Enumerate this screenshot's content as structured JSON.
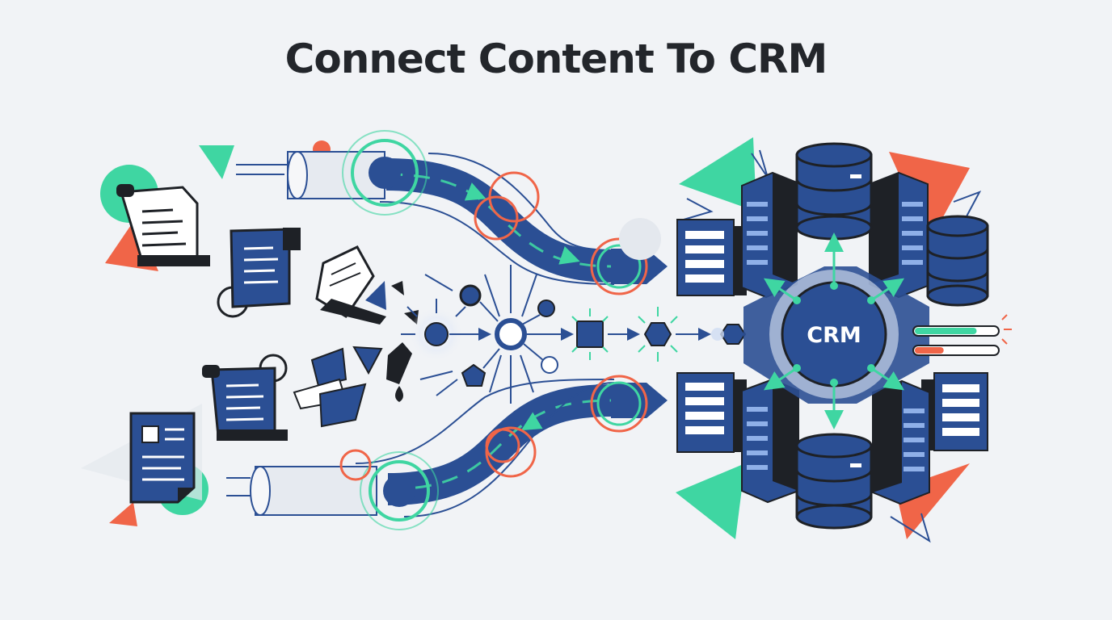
{
  "title": "Connect Content To CRM",
  "hub": {
    "label": "CRM"
  },
  "colors": {
    "navy": "#2b4f94",
    "dark": "#1e2126",
    "green": "#3fd6a2",
    "red": "#f06548",
    "background": "#f1f3f6"
  },
  "stages": [
    "document",
    "fragments",
    "node",
    "circle-node",
    "square",
    "hexagon",
    "small-hexagon",
    "crm-hub"
  ],
  "status_bars": [
    {
      "color": "green",
      "fill": 0.75
    },
    {
      "color": "red",
      "fill": 0.35
    }
  ]
}
